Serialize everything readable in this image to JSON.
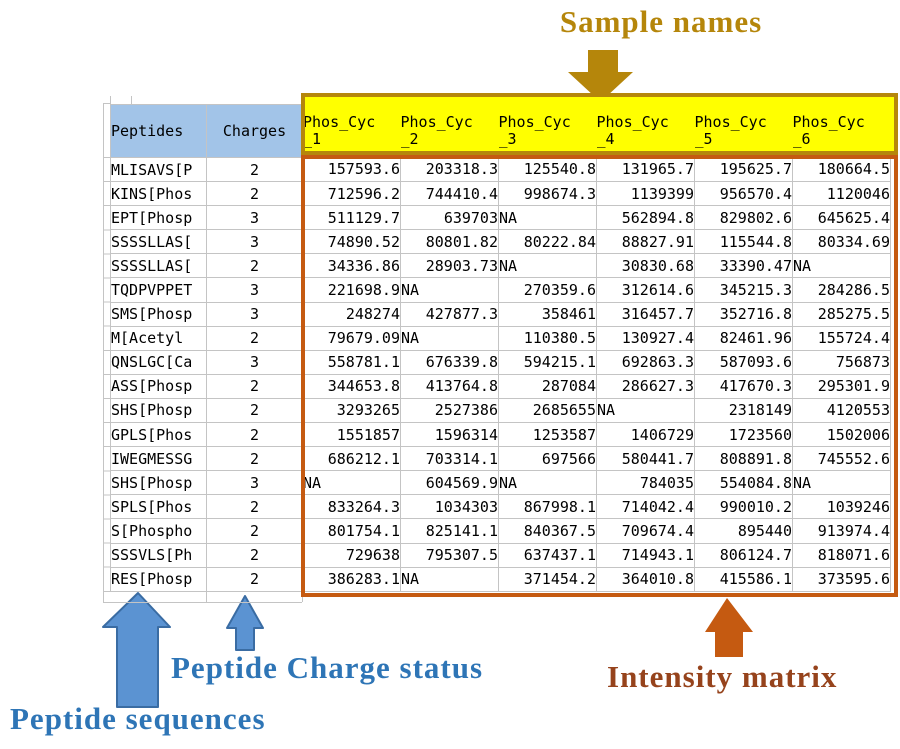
{
  "annotations": {
    "sample_names": "Sample names",
    "peptide_sequences": "Peptide sequences",
    "peptide_charge_status": "Peptide Charge status",
    "intensity_matrix": "Intensity matrix"
  },
  "colors": {
    "gold": "#B5860B",
    "yellow": "#FFFF00",
    "orange": "#C55A11",
    "rust": "#96431C",
    "blue-fill": "#5B93D2",
    "blue-stroke": "#3A6CA3",
    "blue-text": "#2E75B6",
    "header-blue": "#A2C4E8",
    "grid": "#C4C4C4"
  },
  "table": {
    "headers": {
      "peptides": "Peptides",
      "charges": "Charges",
      "samples": [
        [
          "Phos_Cyc",
          "_1"
        ],
        [
          "Phos_Cyc",
          "_2"
        ],
        [
          "Phos_Cyc",
          "_3"
        ],
        [
          "Phos_Cyc",
          "_4"
        ],
        [
          "Phos_Cyc",
          "_5"
        ],
        [
          "Phos_Cyc",
          "_6"
        ]
      ]
    },
    "rows": [
      {
        "peptide": "MLISAVS[P",
        "charge": "2",
        "values": [
          "157593.6",
          "203318.3",
          "125540.8",
          "131965.7",
          "195625.7",
          "180664.5"
        ]
      },
      {
        "peptide": "KINS[Phos",
        "charge": "2",
        "values": [
          "712596.2",
          "744410.4",
          "998674.3",
          "1139399",
          "956570.4",
          "1120046"
        ]
      },
      {
        "peptide": "EPT[Phosp",
        "charge": "3",
        "values": [
          "511129.7",
          "639703",
          "NA",
          "562894.8",
          "829802.6",
          "645625.4"
        ]
      },
      {
        "peptide": "SSSSLLAS[",
        "charge": "3",
        "values": [
          "74890.52",
          "80801.82",
          "80222.84",
          "88827.91",
          "115544.8",
          "80334.69"
        ]
      },
      {
        "peptide": "SSSSLLAS[",
        "charge": "2",
        "values": [
          "34336.86",
          "28903.73",
          "NA",
          "30830.68",
          "33390.47",
          "NA"
        ]
      },
      {
        "peptide": "TQDPVPPET",
        "charge": "3",
        "values": [
          "221698.9",
          "NA",
          "270359.6",
          "312614.6",
          "345215.3",
          "284286.5"
        ]
      },
      {
        "peptide": "SMS[Phosp",
        "charge": "3",
        "values": [
          "248274",
          "427877.3",
          "358461",
          "316457.7",
          "352716.8",
          "285275.5"
        ]
      },
      {
        "peptide": "M[Acetyl",
        "charge": "2",
        "values": [
          "79679.09",
          "NA",
          "110380.5",
          "130927.4",
          "82461.96",
          "155724.4"
        ]
      },
      {
        "peptide": "QNSLGC[Ca",
        "charge": "3",
        "values": [
          "558781.1",
          "676339.8",
          "594215.1",
          "692863.3",
          "587093.6",
          "756873"
        ]
      },
      {
        "peptide": "ASS[Phosp",
        "charge": "2",
        "values": [
          "344653.8",
          "413764.8",
          "287084",
          "286627.3",
          "417670.3",
          "295301.9"
        ]
      },
      {
        "peptide": "SHS[Phosp",
        "charge": "2",
        "values": [
          "3293265",
          "2527386",
          "2685655",
          "NA",
          "2318149",
          "4120553"
        ]
      },
      {
        "peptide": "GPLS[Phos",
        "charge": "2",
        "values": [
          "1551857",
          "1596314",
          "1253587",
          "1406729",
          "1723560",
          "1502006"
        ]
      },
      {
        "peptide": "IWEGMESSG",
        "charge": "2",
        "values": [
          "686212.1",
          "703314.1",
          "697566",
          "580441.7",
          "808891.8",
          "745552.6"
        ]
      },
      {
        "peptide": "SHS[Phosp",
        "charge": "3",
        "values": [
          "NA",
          "604569.9",
          "NA",
          "784035",
          "554084.8",
          "NA"
        ]
      },
      {
        "peptide": "SPLS[Phos",
        "charge": "2",
        "values": [
          "833264.3",
          "1034303",
          "867998.1",
          "714042.4",
          "990010.2",
          "1039246"
        ]
      },
      {
        "peptide": "S[Phospho",
        "charge": "2",
        "values": [
          "801754.1",
          "825141.1",
          "840367.5",
          "709674.4",
          "895440",
          "913974.4"
        ]
      },
      {
        "peptide": "SSSVLS[Ph",
        "charge": "2",
        "values": [
          "729638",
          "795307.5",
          "637437.1",
          "714943.1",
          "806124.7",
          "818071.6"
        ]
      },
      {
        "peptide": "RES[Phosp",
        "charge": "2",
        "values": [
          "386283.1",
          "NA",
          "371454.2",
          "364010.8",
          "415586.1",
          "373595.6"
        ]
      }
    ]
  }
}
